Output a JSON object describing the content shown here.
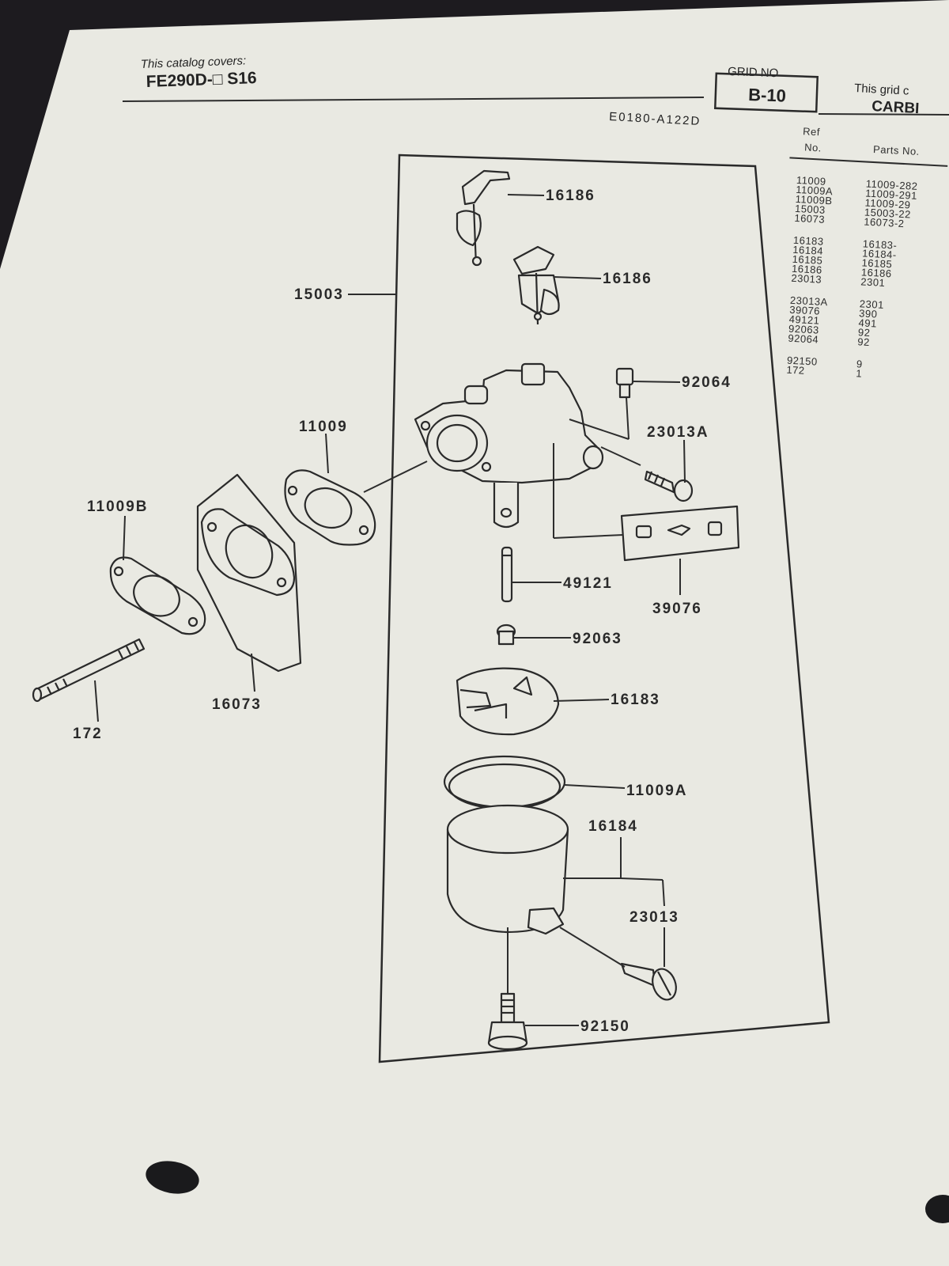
{
  "header": {
    "catalog_covers": "This catalog covers:",
    "model": "FE290D-□  S16",
    "grid_no_label": "GRID NO",
    "grid_no": "B-10",
    "grid_desc_partial": "This grid c",
    "grid_title_partial": "CARBI",
    "drawing_code": "E0180-A122D"
  },
  "table": {
    "col_ref": "Ref",
    "col_no": "No.",
    "col_parts": "Parts No.",
    "rows": [
      {
        "ref": "11009",
        "part": "11009-282"
      },
      {
        "ref": "11009A",
        "part": "11009-291"
      },
      {
        "ref": "11009B",
        "part": "11009-29"
      },
      {
        "ref": "15003",
        "part": "15003-22"
      },
      {
        "ref": "16073",
        "part": "16073-2"
      },
      {
        "ref": "16183",
        "part": "16183-"
      },
      {
        "ref": "16184",
        "part": "16184-"
      },
      {
        "ref": "16185",
        "part": "16185"
      },
      {
        "ref": "16186",
        "part": "16186"
      },
      {
        "ref": "23013",
        "part": "2301"
      },
      {
        "ref": "23013A",
        "part": "2301"
      },
      {
        "ref": "39076",
        "part": "390"
      },
      {
        "ref": "49121",
        "part": "491"
      },
      {
        "ref": "92063",
        "part": "92"
      },
      {
        "ref": "92064",
        "part": "92"
      },
      {
        "ref": "92150",
        "part": "9"
      },
      {
        "ref": "172",
        "part": "1"
      }
    ]
  },
  "callouts": {
    "c16186a": "16186",
    "c16186b": "16186",
    "c15003": "15003",
    "c92064": "92064",
    "c23013A": "23013A",
    "c11009": "11009",
    "c11009B": "11009B",
    "c39076": "39076",
    "c49121": "49121",
    "c92063": "92063",
    "c16183": "16183",
    "c16073": "16073",
    "c172": "172",
    "c11009A": "11009A",
    "c16184": "16184",
    "c23013": "23013",
    "c92150": "92150"
  }
}
